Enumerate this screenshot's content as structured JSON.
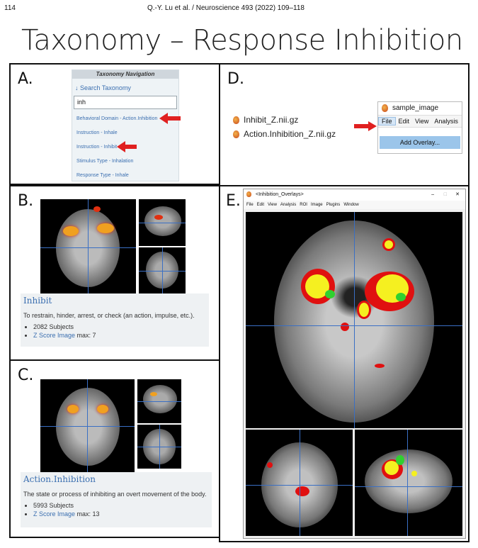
{
  "header": {
    "page_number": "114",
    "journal": "Q.-Y. Lu et al. / Neuroscience 493 (2022) 109–118"
  },
  "slide_title": "Taxonomy – Response Inhibition",
  "panels": {
    "a": "A.",
    "b": "B.",
    "c": "C.",
    "d": "D.",
    "e": "E."
  },
  "taxonomy_nav": {
    "title": "Taxonomy Navigation",
    "search_link": "↓ Search Taxonomy",
    "search_value": "inh",
    "items": [
      "Behavioral Domain - Action.Inhibition",
      "Instruction - Inhale",
      "Instruction - Inhibit",
      "Stimulus Type - Inhalation",
      "Response Type - Inhale"
    ]
  },
  "files": [
    "Inhibit_Z.nii.gz",
    "Action.Inhibition_Z.nii.gz"
  ],
  "imagej_small": {
    "title": "sample_image",
    "menu": [
      "File",
      "Edit",
      "View",
      "Analysis"
    ],
    "add_overlay": "Add Overlay..."
  },
  "inhibit_card": {
    "title": "Inhibit",
    "definition": "To restrain, hinder, arrest, or check (an action, impulse, etc.).",
    "subjects": "2082 Subjects",
    "z_link": "Z Score Image",
    "z_max": "max: 7"
  },
  "action_card": {
    "title": "Action.Inhibition",
    "definition": "The state or process of inhibiting an overt movement of the body.",
    "subjects": "5993 Subjects",
    "z_link": "Z Score Image",
    "z_max": "max: 13"
  },
  "overlay_window": {
    "title": "<Inhibition_Overlays>",
    "controls": [
      "–",
      "□",
      "✕"
    ],
    "menu": [
      "File",
      "Edit",
      "View",
      "Analysis",
      "ROI",
      "Image",
      "Plugins",
      "Window"
    ]
  }
}
